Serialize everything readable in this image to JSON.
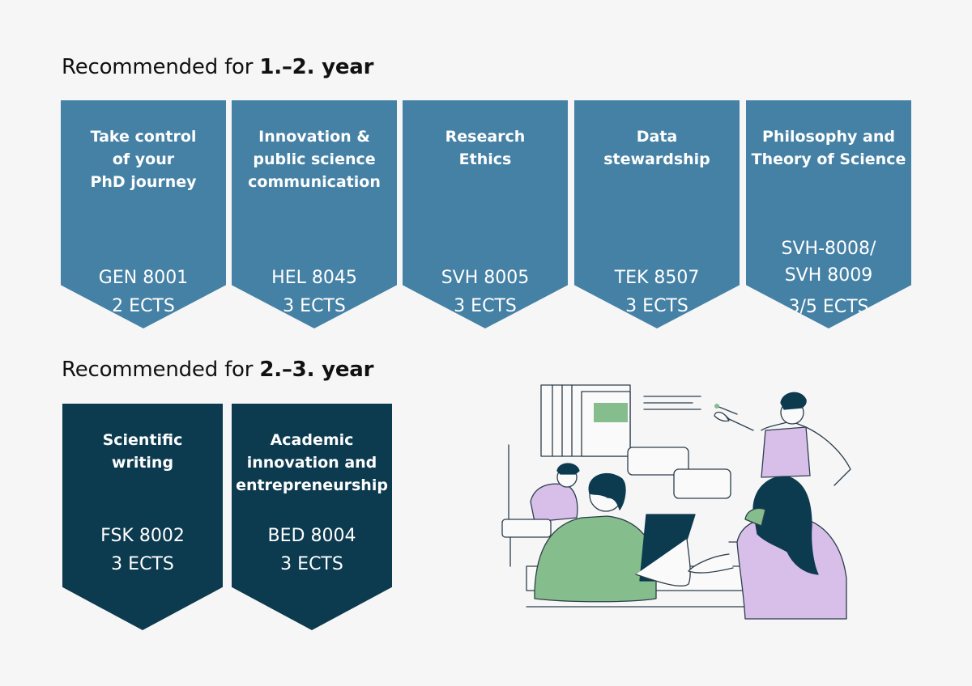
{
  "sections": [
    {
      "heading_prefix": "Recommended for ",
      "heading_bold": "1.–2. year",
      "color": "#4581a5",
      "courses": [
        {
          "title": "Take control\nof your\nPhD journey",
          "code": "GEN 8001",
          "ects": "2 ECTS"
        },
        {
          "title": "Innovation &\npublic science\ncommunication",
          "code": "HEL 8045",
          "ects": "3 ECTS"
        },
        {
          "title": "Research\nEthics",
          "code": "SVH 8005",
          "ects": "3 ECTS"
        },
        {
          "title": "Data\nstewardship",
          "code": "TEK 8507",
          "ects": "3 ECTS"
        },
        {
          "title": "Philosophy and\nTheory of Science",
          "code": "SVH-8008/\nSVH 8009",
          "ects": "3/5 ECTS"
        }
      ]
    },
    {
      "heading_prefix": "Recommended for ",
      "heading_bold": "2.–3. year",
      "color": "#0c3a4f",
      "courses": [
        {
          "title": "Scientific\nwriting",
          "code": "FSK 8002",
          "ects": "3 ECTS"
        },
        {
          "title": "Academic\ninnovation and\nentrepreneurship",
          "code": "BED 8004",
          "ects": "3 ECTS"
        }
      ]
    }
  ],
  "illustration": {
    "subject": "people-collaborating-illustration",
    "colors": {
      "green": "#86bd8c",
      "lilac": "#d8bfe9",
      "dark": "#0c3a4f",
      "outline": "#2c3e4c"
    }
  }
}
